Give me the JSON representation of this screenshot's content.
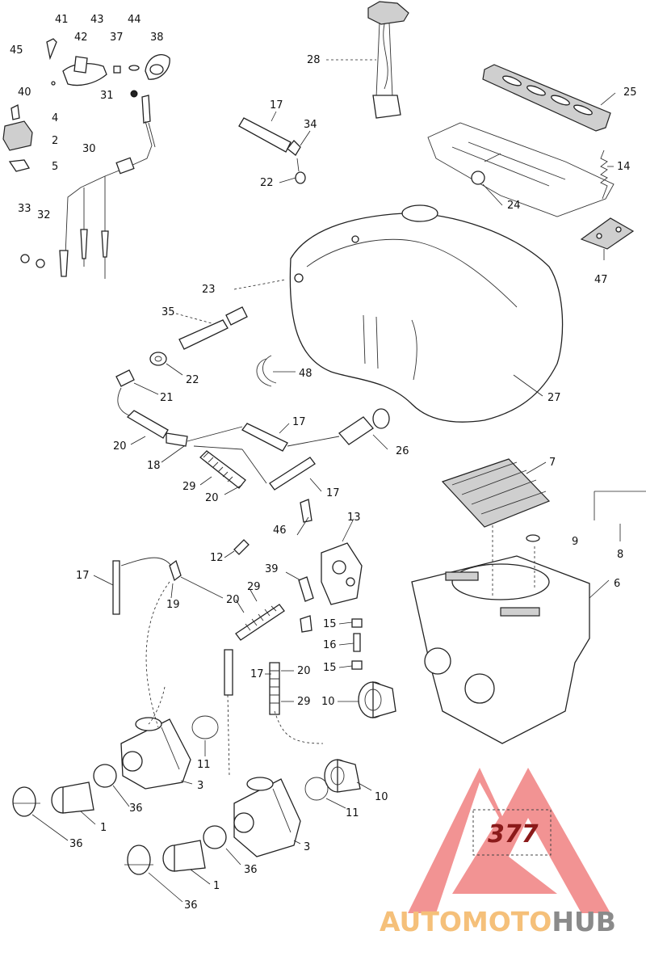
{
  "callouts": [
    {
      "id": "c41",
      "text": "41"
    },
    {
      "id": "c43",
      "text": "43"
    },
    {
      "id": "c44",
      "text": "44"
    },
    {
      "id": "c42",
      "text": "42"
    },
    {
      "id": "c37",
      "text": "37"
    },
    {
      "id": "c38",
      "text": "38"
    },
    {
      "id": "c45",
      "text": "45"
    },
    {
      "id": "c40",
      "text": "40"
    },
    {
      "id": "c31",
      "text": "31"
    },
    {
      "id": "c4",
      "text": "4"
    },
    {
      "id": "c2",
      "text": "2"
    },
    {
      "id": "c5",
      "text": "5"
    },
    {
      "id": "c30",
      "text": "30"
    },
    {
      "id": "c33",
      "text": "33"
    },
    {
      "id": "c32",
      "text": "32"
    },
    {
      "id": "c28",
      "text": "28"
    },
    {
      "id": "c25",
      "text": "25"
    },
    {
      "id": "c17a",
      "text": "17"
    },
    {
      "id": "c34",
      "text": "34"
    },
    {
      "id": "c14",
      "text": "14"
    },
    {
      "id": "c22a",
      "text": "22"
    },
    {
      "id": "c24",
      "text": "24"
    },
    {
      "id": "c47",
      "text": "47"
    },
    {
      "id": "c23",
      "text": "23"
    },
    {
      "id": "c35",
      "text": "35"
    },
    {
      "id": "c22b",
      "text": "22"
    },
    {
      "id": "c48",
      "text": "48"
    },
    {
      "id": "c21",
      "text": "21"
    },
    {
      "id": "c27",
      "text": "27"
    },
    {
      "id": "c17b",
      "text": "17"
    },
    {
      "id": "c20a",
      "text": "20"
    },
    {
      "id": "c18",
      "text": "18"
    },
    {
      "id": "c26",
      "text": "26"
    },
    {
      "id": "c29a",
      "text": "29"
    },
    {
      "id": "c20b",
      "text": "20"
    },
    {
      "id": "c17c",
      "text": "17"
    },
    {
      "id": "c7",
      "text": "7"
    },
    {
      "id": "c13",
      "text": "13"
    },
    {
      "id": "c46",
      "text": "46"
    },
    {
      "id": "c9",
      "text": "9"
    },
    {
      "id": "c8",
      "text": "8"
    },
    {
      "id": "c12",
      "text": "12"
    },
    {
      "id": "c6",
      "text": "6"
    },
    {
      "id": "c17d",
      "text": "17"
    },
    {
      "id": "c39",
      "text": "39"
    },
    {
      "id": "c29b",
      "text": "29"
    },
    {
      "id": "c19",
      "text": "19"
    },
    {
      "id": "c20c",
      "text": "20"
    },
    {
      "id": "c15a",
      "text": "15"
    },
    {
      "id": "c16",
      "text": "16"
    },
    {
      "id": "c15b",
      "text": "15"
    },
    {
      "id": "c17e",
      "text": "17"
    },
    {
      "id": "c20d",
      "text": "20"
    },
    {
      "id": "c29c",
      "text": "29"
    },
    {
      "id": "c10a",
      "text": "10"
    },
    {
      "id": "c11a",
      "text": "11"
    },
    {
      "id": "c3a",
      "text": "3"
    },
    {
      "id": "c10b",
      "text": "10"
    },
    {
      "id": "c11b",
      "text": "11"
    },
    {
      "id": "c36a",
      "text": "36"
    },
    {
      "id": "c1a",
      "text": "1"
    },
    {
      "id": "c36b",
      "text": "36"
    },
    {
      "id": "c3b",
      "text": "3"
    },
    {
      "id": "c36c",
      "text": "36"
    },
    {
      "id": "c1b",
      "text": "1"
    },
    {
      "id": "c36d",
      "text": "36"
    }
  ],
  "watermark": {
    "page_number": "377",
    "brand_auto": "AUTO",
    "brand_moto": "MOTO",
    "brand_hub": "HUB",
    "colors": {
      "triangle": "#f08080",
      "brand_light": "#f5c07a",
      "brand_hub": "#8a8a8a",
      "number": "#8b1a1a"
    }
  }
}
